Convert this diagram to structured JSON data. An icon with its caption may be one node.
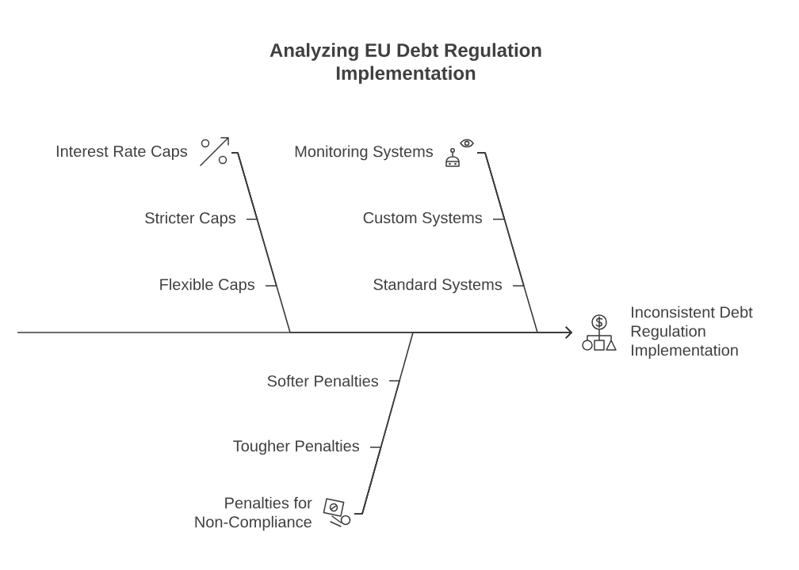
{
  "diagram": {
    "title": "Analyzing EU Debt Regulation Implementation",
    "nodes": [
      {
        "text": [
          "Interest Rate Caps"
        ]
      },
      {
        "text": [
          "Stricter Caps"
        ]
      },
      {
        "text": [
          "Flexible Caps"
        ]
      },
      {
        "text": [
          "Monitoring Systems"
        ]
      },
      {
        "text": [
          "Custom Systems"
        ]
      },
      {
        "text": [
          "Standard Systems"
        ]
      },
      {
        "text": [
          "Inconsistent Debt Regulation Implementation"
        ]
      },
      {
        "text": [
          "Softer Penalties"
        ]
      },
      {
        "text": [
          "Tougher Penalties"
        ]
      },
      {
        "text": [
          "Penalties for Non-Compliance"
        ]
      }
    ],
    "edges": [
      {
        "from": null,
        "to": 6,
        "arrow": "to"
      },
      {
        "from": 0,
        "to": 6,
        "arrow": "to"
      },
      {
        "from": 1,
        "to": 0,
        "arrow": "none"
      },
      {
        "from": 2,
        "to": 0,
        "arrow": "none"
      },
      {
        "from": 3,
        "to": 6,
        "arrow": "to"
      },
      {
        "from": 4,
        "to": 3,
        "arrow": "none"
      },
      {
        "from": 5,
        "to": 3,
        "arrow": "none"
      },
      {
        "from": 9,
        "to": 6,
        "arrow": "to"
      },
      {
        "from": 7,
        "to": 9,
        "arrow": "none"
      },
      {
        "from": 8,
        "to": 9,
        "arrow": "none"
      }
    ]
  }
}
